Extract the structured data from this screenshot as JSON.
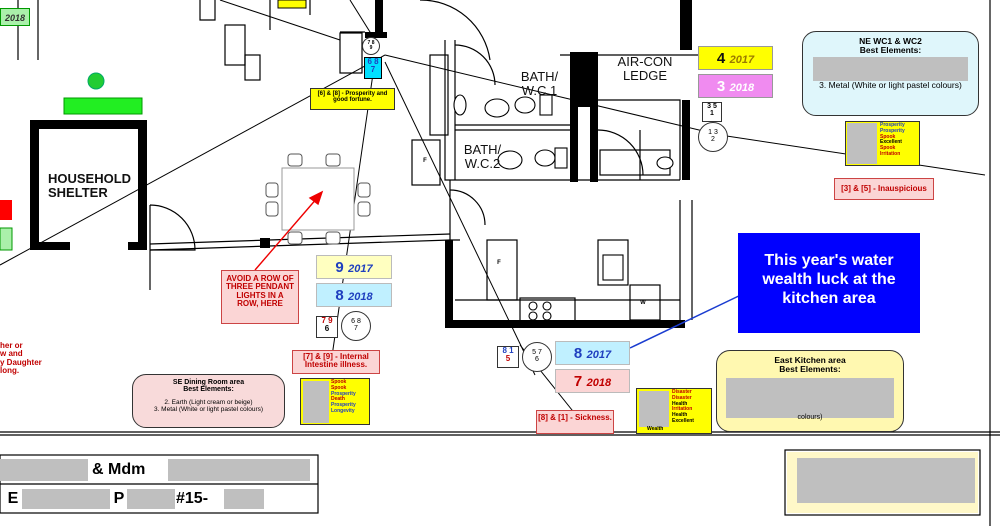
{
  "top_tag": "2018",
  "rooms": {
    "bath1": [
      "BATH/",
      "W.C.1"
    ],
    "bath2": [
      "BATH/",
      "W.C.2"
    ],
    "aircon": [
      "AIR-CON",
      "LEDGE"
    ],
    "shelter": [
      "HOUSEHOLD",
      "SHELTER"
    ],
    "fridge_letter": "F",
    "fridge2_letter": "F",
    "washer_letter": "W"
  },
  "annual_stars": {
    "wc": [
      {
        "num": "4",
        "year": "2017",
        "color": "#ffff00",
        "text": "#c00000"
      },
      {
        "num": "3",
        "year": "2018",
        "color": "#f08bf0",
        "text": "#ffffff"
      }
    ],
    "dining": [
      {
        "num": "9",
        "year": "2017",
        "color": "#ffffc0",
        "text": "#1f3fbf"
      },
      {
        "num": "8",
        "year": "2018",
        "color": "#c0f0ff",
        "text": "#1f3fbf"
      }
    ],
    "kitchen": [
      {
        "num": "8",
        "year": "2017",
        "color": "#c0f0ff",
        "text": "#1f3fbf"
      },
      {
        "num": "7",
        "year": "2018",
        "color": "#fbd5d5",
        "text": "#c00000"
      }
    ]
  },
  "flying_charts": {
    "top": {
      "circle": [
        "7",
        "8",
        "9"
      ],
      "square": [
        "6 8",
        "7"
      ]
    },
    "wc": {
      "square": [
        "3 5",
        "1"
      ],
      "circle": [
        "1 3",
        "2"
      ]
    },
    "dining": {
      "square": [
        "7 9",
        "6"
      ],
      "circle": [
        "6 8",
        "7"
      ]
    },
    "kitchen": {
      "square": [
        "8 1",
        "5"
      ],
      "circle": [
        "5 7",
        "6"
      ]
    }
  },
  "notes": {
    "prosperity": "[6] & [8] - Prosperity and good fortune.",
    "inauspicious": "[3] & [5] - Inauspicious",
    "intestine": "[7] & [9] - Internal Intestine illness.",
    "sickness": "[8] & [1] - Sickness.",
    "pendant": "AVOID A ROW OF THREE PENDANT LIGHTS IN A ROW, HERE",
    "left_note": [
      "her or",
      "w and",
      "y Daughter",
      "long."
    ]
  },
  "callout": "This year's water wealth luck at the kitchen area",
  "ne_box": {
    "title": "NE WC1 & WC2",
    "subtitle": "Best Elements:",
    "line": "3. Metal (White or light pastel colours)"
  },
  "se_box": {
    "title": "SE Dining Room area",
    "subtitle": "Best Elements:",
    "lines": [
      "2. Earth (Light cream or beige)",
      "3. Metal (White or light pastel colours)"
    ]
  },
  "east_box": {
    "title": "East Kitchen area",
    "subtitle": "Best Elements:",
    "tail": "colours)"
  },
  "lists": {
    "ne": [
      "Prosperity",
      "Prosperity",
      "Spook",
      "Excellent",
      "Spook",
      "Irritation"
    ],
    "se": [
      "Spook",
      "Spook",
      "Prosperity",
      "Death",
      "Prosperity",
      "Longevity"
    ],
    "east": [
      "Disaster",
      "Disaster",
      "Health",
      "Irritation",
      "Health",
      "Excellent"
    ],
    "east_left": [
      "Wealth"
    ]
  },
  "footer": {
    "name_amp": "& Mdm",
    "addr_e": "E",
    "addr_p": "P",
    "addr_unit": "#15-"
  },
  "colors": {
    "wall": "#000000",
    "note_red_bg": "#fbd5d5",
    "note_yellow_bg": "#ffff00",
    "callout_bg": "#0000ff",
    "ne_box_bg": "#dff6fb",
    "se_box_bg": "#f8dada",
    "east_box_bg": "#fff8b0",
    "redacted": "#bfbfbf"
  }
}
